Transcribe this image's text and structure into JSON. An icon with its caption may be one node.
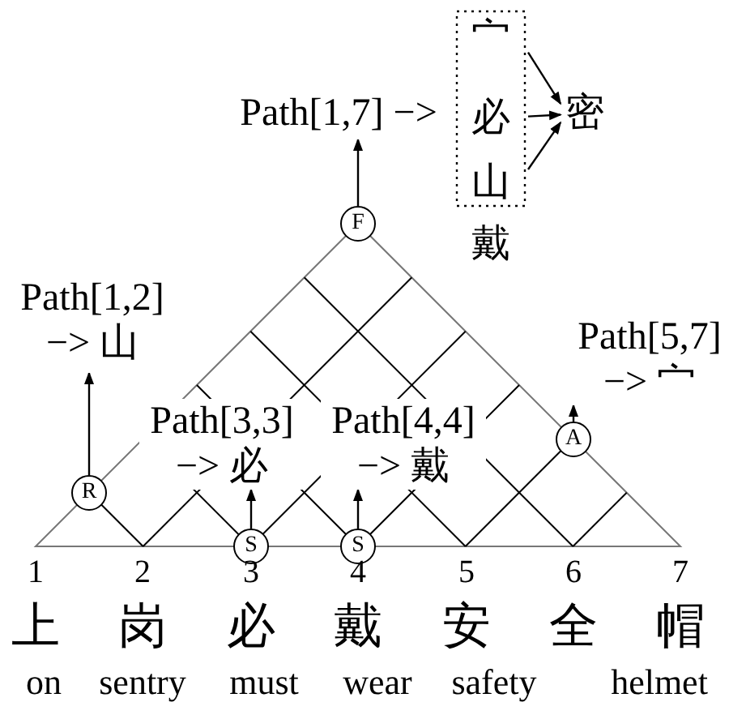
{
  "diagram": {
    "nodes": [
      {
        "text": [
          "戴"
        ]
      },
      {
        "text": [
          "宀"
        ],
        "in": 0
      },
      {
        "text": [
          "必"
        ],
        "in": 0
      },
      {
        "text": [
          "山"
        ],
        "in": 0
      },
      {
        "text": [
          "Path[1,7] −>"
        ]
      },
      {
        "text": [
          "密"
        ]
      },
      {
        "text": [
          "F"
        ]
      },
      {
        "text": [
          "Path[1,2] −> 山"
        ]
      },
      {
        "text": [
          "Path[5,7] −> 宀"
        ]
      },
      {
        "text": [
          "Path[3,3] −> 必"
        ]
      },
      {
        "text": [
          "Path[4,4] −> 戴"
        ]
      },
      {
        "text": [
          "A"
        ]
      },
      {
        "text": [
          "R"
        ]
      },
      {
        "text": [
          "S"
        ]
      },
      {
        "text": [
          "S"
        ]
      }
    ],
    "edges": [
      {
        "from": 1,
        "to": 5,
        "arrow": "to"
      },
      {
        "from": 2,
        "to": 5,
        "arrow": "to"
      },
      {
        "from": 3,
        "to": 5,
        "arrow": "to"
      },
      {
        "from": 6,
        "to": 4,
        "arrow": "to"
      },
      {
        "from": 12,
        "to": 7,
        "arrow": "to"
      },
      {
        "from": 11,
        "to": 8,
        "arrow": "to"
      },
      {
        "from": 13,
        "to": 9,
        "arrow": "to"
      },
      {
        "from": 14,
        "to": 10,
        "arrow": "to"
      }
    ],
    "labels": [
      "1",
      "2",
      "3",
      "4",
      "5",
      "6",
      "7",
      "上",
      "岗",
      "必",
      "戴",
      "安",
      "全",
      "帽",
      "on",
      "sentry",
      "must",
      "wear",
      "safety",
      "helmet"
    ]
  }
}
